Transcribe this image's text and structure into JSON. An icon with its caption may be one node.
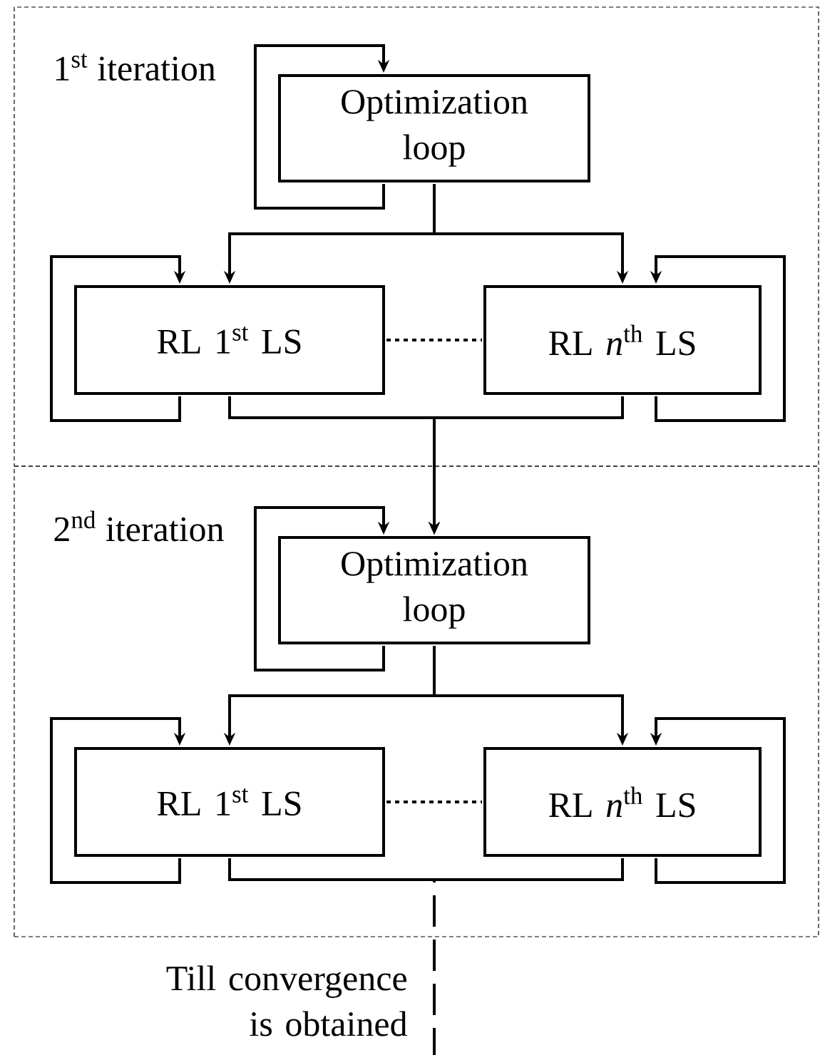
{
  "diagram": {
    "nodes": [
      {
        "text": [
          "1$^{st}$ iteration"
        ]
      },
      {
        "text": [
          "Optimization loop"
        ],
        "in": 0
      },
      {
        "text": [
          "RL 1$^{st}$ LS"
        ],
        "in": 0
      },
      {
        "text": [
          "RL *n*$^{th}$ LS"
        ],
        "in": 0
      },
      {
        "text": [
          "2$^{nd}$ iteration"
        ]
      },
      {
        "text": [
          "Optimization loop"
        ],
        "in": 4
      },
      {
        "text": [
          "RL 1$^{st}$ LS"
        ],
        "in": 4
      },
      {
        "text": [
          "RL *n*$^{th}$ LS"
        ],
        "in": 4
      }
    ],
    "edges": [
      {
        "from": 1,
        "to": 1,
        "arrow": "to"
      },
      {
        "from": 1,
        "to": 2,
        "arrow": "to"
      },
      {
        "from": 1,
        "to": 3,
        "arrow": "to"
      },
      {
        "from": 2,
        "to": 2,
        "arrow": "to"
      },
      {
        "from": 3,
        "to": 3,
        "arrow": "to"
      },
      {
        "from": 2,
        "to": 3,
        "arrow": "none",
        "style": "dashed"
      },
      {
        "from": 2,
        "to": 5,
        "arrow": "to"
      },
      {
        "from": 3,
        "to": 5,
        "arrow": "to"
      },
      {
        "from": 5,
        "to": 5,
        "arrow": "to"
      },
      {
        "from": 5,
        "to": 6,
        "arrow": "to"
      },
      {
        "from": 5,
        "to": 7,
        "arrow": "to"
      },
      {
        "from": 6,
        "to": 6,
        "arrow": "to"
      },
      {
        "from": 7,
        "to": 7,
        "arrow": "to"
      },
      {
        "from": 6,
        "to": 7,
        "arrow": "none",
        "style": "dashed"
      },
      {
        "from": 6,
        "to": null,
        "arrow": "none",
        "style": "dashed"
      },
      {
        "from": 7,
        "to": null,
        "arrow": "none",
        "style": "dashed"
      }
    ],
    "labels": [
      "Till convergence is obtained"
    ]
  }
}
